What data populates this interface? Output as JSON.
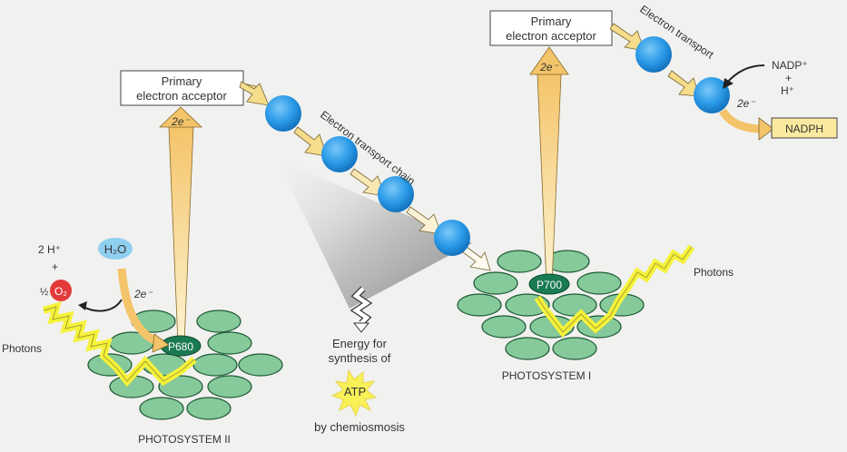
{
  "title": "Light reactions of photosynthesis",
  "colors": {
    "background": "#f1f1ef",
    "pigment": "#86c99a",
    "pigment_stroke": "#1e5a36",
    "reaction_center": "#1a7a52",
    "carrier": "#2a9ae8",
    "arrow_fill": "#f7d27a",
    "photon": "#f6f23a",
    "water": "#8fcff0",
    "oxygen": "#e23a3a",
    "nadph_box": "#fbe9a0"
  },
  "photosystem_ii": {
    "label": "PHOTOSYSTEM II",
    "reaction_center": "P680",
    "photons_label": "Photons",
    "acceptor_label_line1": "Primary",
    "acceptor_label_line2": "electron acceptor",
    "electrons_up": "2e⁻",
    "water": "H₂O",
    "water_electrons": "2e⁻",
    "products_h": "2 H⁺",
    "products_plus": "+",
    "products_half": "½",
    "products_o2": "O₂"
  },
  "electron_transport_chain": {
    "label": "Electron transport chain",
    "carrier_count": 4,
    "energy_line1": "Energy for",
    "energy_line2": "synthesis of",
    "atp": "ATP",
    "mechanism": "by chemiosmosis"
  },
  "photosystem_i": {
    "label": "PHOTOSYSTEM I",
    "reaction_center": "P700",
    "photons_label": "Photons",
    "acceptor_label_line1": "Primary",
    "acceptor_label_line2": "electron acceptor",
    "electrons_up": "2e⁻"
  },
  "electron_transport_2": {
    "label": "Electron transport",
    "nadp": "NADP⁺",
    "plus": "+",
    "h": "H⁺",
    "electrons": "2e⁻",
    "product": "NADPH"
  }
}
